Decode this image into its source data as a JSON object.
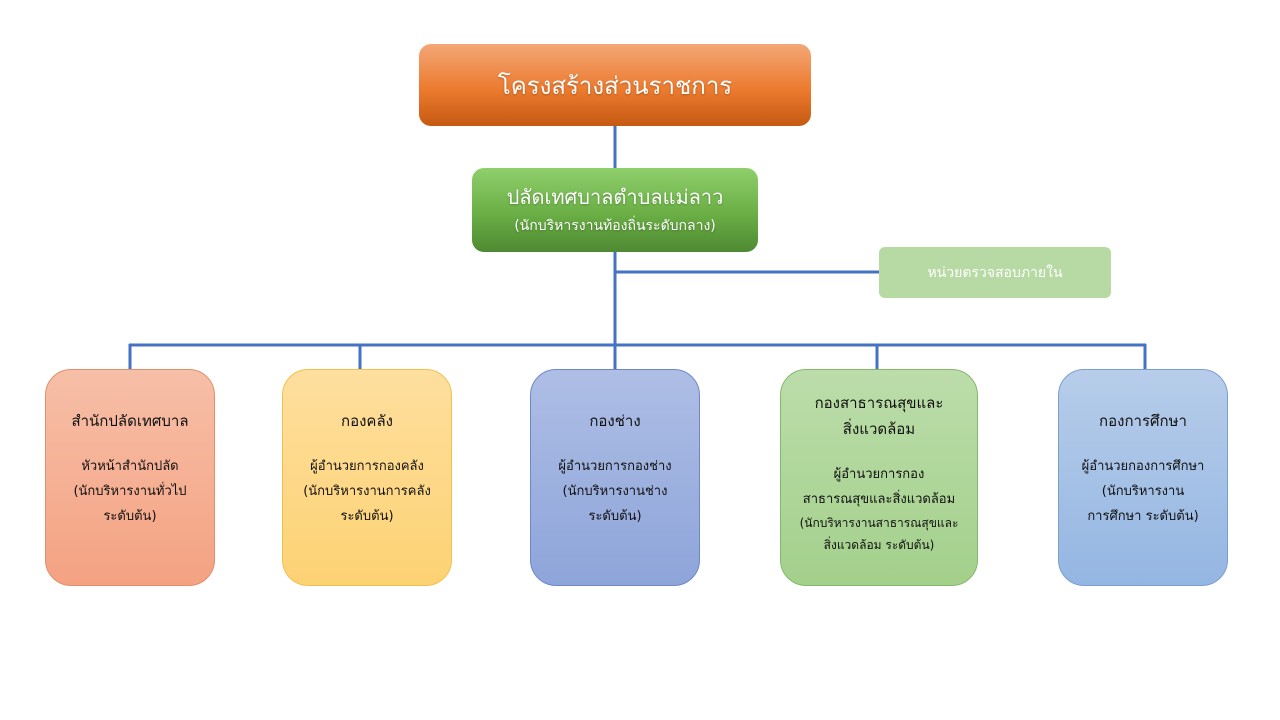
{
  "title": "โครงสร้างส่วนราชการ",
  "head": {
    "title": "ปลัดเทศบาลตำบลแม่ลาว",
    "subtitle": "(นักบริหารงานท้องถิ่นระดับกลาง)"
  },
  "audit": {
    "label": "หน่วยตรวจสอบภายใน"
  },
  "departments": [
    {
      "name": [
        "สำนักปลัดเทศบาล"
      ],
      "role": [
        "หัวหน้าสำนักปลัด",
        "(นักบริหารงานทั่วไป",
        "ระดับต้น)"
      ],
      "role_small": []
    },
    {
      "name": [
        "กองคลัง"
      ],
      "role": [
        "ผู้อำนวยการกองคลัง",
        "(นักบริหารงานการคลัง",
        "ระดับต้น)"
      ],
      "role_small": []
    },
    {
      "name": [
        "กองช่าง"
      ],
      "role": [
        "ผู้อำนวยการกองช่าง",
        "(นักบริหารงานช่าง",
        "ระดับต้น)"
      ],
      "role_small": []
    },
    {
      "name": [
        "กองสาธารณสุขและ",
        "สิ่งแวดล้อม"
      ],
      "role": [
        "ผู้อำนวยการกอง",
        "สาธารณสุขและสิ่งแวดล้อม"
      ],
      "role_small": [
        "(นักบริหารงานสาธารณสุขและ",
        "สิ่งแวดล้อม ระดับต้น)"
      ]
    },
    {
      "name": [
        "กองการศึกษา"
      ],
      "role": [
        "ผู้อำนวยกองการศึกษา",
        "(นักบริหารงาน",
        "การศึกษา ระดับต้น)"
      ],
      "role_small": []
    }
  ],
  "colors": {
    "connector": "#4472c4",
    "top": "#ec7b2f",
    "head": "#6aae45",
    "audit": "#b7d9a3"
  }
}
